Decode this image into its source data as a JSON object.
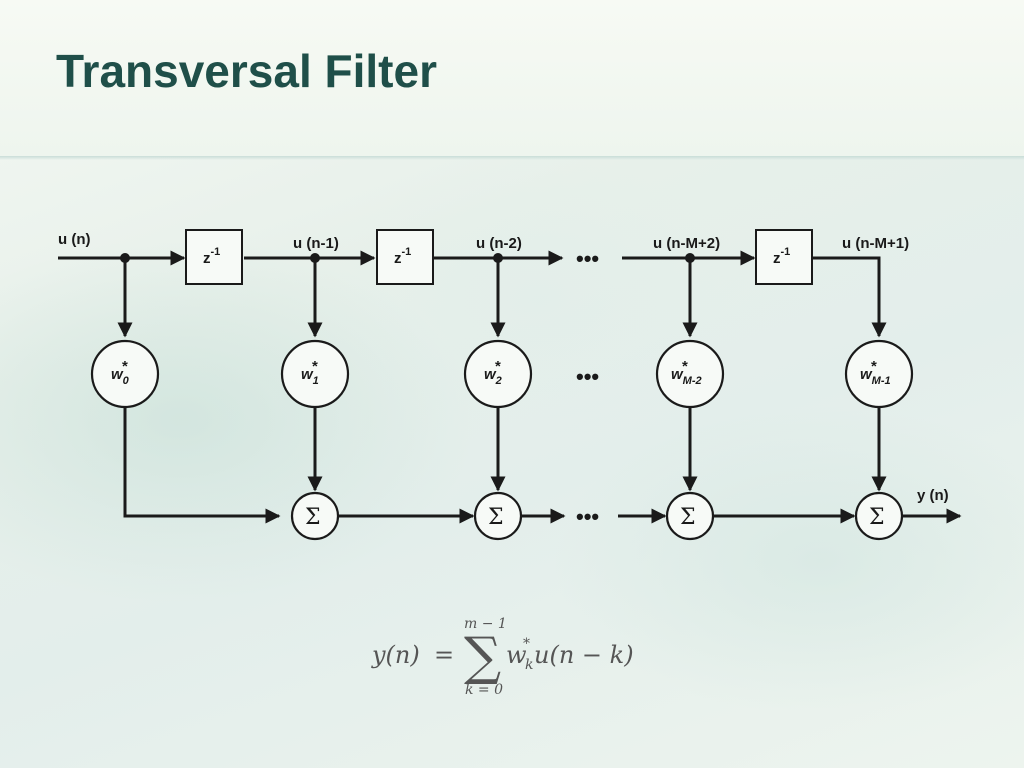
{
  "slide": {
    "title": "Transversal Filter"
  },
  "diagram": {
    "input_label": "u (n)",
    "output_label": "y (n)",
    "delay_label": "z",
    "delay_exp": "-1",
    "tap_labels": [
      "u (n-1)",
      "u (n-2)",
      "u (n-M+2)",
      "u (n-M+1)"
    ],
    "weights": [
      {
        "base": "w",
        "sub": "0",
        "sup": "*"
      },
      {
        "base": "w",
        "sub": "1",
        "sup": "*"
      },
      {
        "base": "w",
        "sub": "2",
        "sup": "*"
      },
      {
        "base": "w",
        "sub": "M-2",
        "sup": "*"
      },
      {
        "base": "w",
        "sub": "M-1",
        "sup": "*"
      }
    ],
    "sum_symbol": "Σ",
    "ellipsis": "•••"
  },
  "equation": {
    "lhs": "y(n)",
    "equals": "=",
    "sum_symbol": "∑",
    "upper": "m − 1",
    "lower": "k = 0",
    "weight": "w",
    "weight_sub": "k",
    "weight_sup": "*",
    "term": "u(n − k)"
  }
}
